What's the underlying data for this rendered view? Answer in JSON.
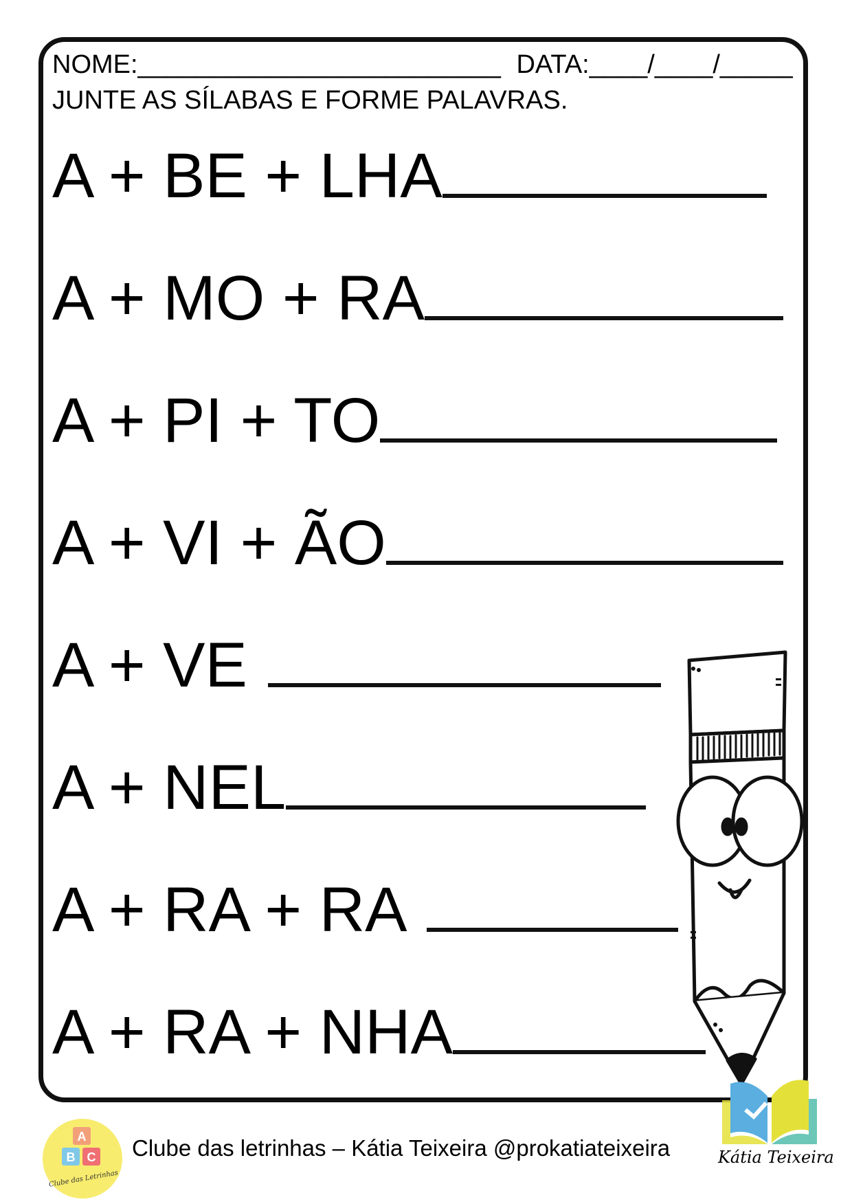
{
  "header": {
    "name_line": "NOME:_________________________",
    "date_line": "DATA:____/____/_____",
    "instruction": "JUNTE AS SÍLABAS E FORME PALAVRAS."
  },
  "exercises": [
    {
      "syllables": "A + BE + LHA"
    },
    {
      "syllables": "A + MO + RA"
    },
    {
      "syllables": "A + PI + TO"
    },
    {
      "syllables": "A + VI + ÃO"
    },
    {
      "syllables": "A + VE"
    },
    {
      "syllables": "A + NEL"
    },
    {
      "syllables": "A + RA + RA"
    },
    {
      "syllables": "A + RA + NHA"
    }
  ],
  "footer": {
    "credit": "Clube das letrinhas – Kátia Teixeira @prokatiateixeira",
    "logo_letters": [
      "A",
      "B",
      "C"
    ],
    "logo_caption": "Clube das Letrinhas",
    "signature": "Kátia Teixeira"
  },
  "colors": {
    "logo_circle": "#f7ec6e",
    "logo_a": "#f2a07a",
    "logo_b": "#7fc8e8",
    "logo_c": "#ef6f73",
    "book_blue": "#5aaee0",
    "book_yellow": "#e4e03a",
    "book_teal": "#6cc7b8"
  }
}
